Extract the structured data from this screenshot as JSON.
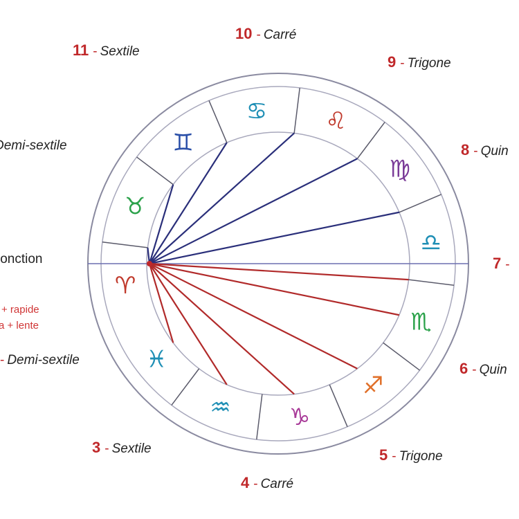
{
  "aspects": [
    {
      "num": "10",
      "name": "Carré"
    },
    {
      "num": "11",
      "name": "Sextile"
    },
    {
      "num": "9",
      "name": "Trigone"
    },
    {
      "num": "",
      "name": "Demi-sextile"
    },
    {
      "num": "8",
      "name": "Quin"
    },
    {
      "num": "",
      "name": "jonction"
    },
    {
      "num": "7",
      "name": ""
    },
    {
      "num": "",
      "name": "Demi-sextile"
    },
    {
      "num": "6",
      "name": "Quin"
    },
    {
      "num": "3",
      "name": "Sextile"
    },
    {
      "num": "5",
      "name": "Trigone"
    },
    {
      "num": "4",
      "name": "Carré"
    }
  ],
  "notes": {
    "rapide": "+ rapide",
    "lente": "a + lente"
  },
  "zodiac": [
    {
      "name": "Aries",
      "glyph": "♈",
      "color": "#c0392b"
    },
    {
      "name": "Taurus",
      "glyph": "♉",
      "color": "#2ca24b"
    },
    {
      "name": "Gemini",
      "glyph": "♊",
      "color": "#2a4fa8"
    },
    {
      "name": "Cancer",
      "glyph": "♋",
      "color": "#1f8fb5"
    },
    {
      "name": "Leo",
      "glyph": "♌",
      "color": "#c0392b"
    },
    {
      "name": "Virgo",
      "glyph": "♍",
      "color": "#7a3b98"
    },
    {
      "name": "Libra",
      "glyph": "♎",
      "color": "#1f8fb5"
    },
    {
      "name": "Scorpio",
      "glyph": "♏",
      "color": "#2ca24b"
    },
    {
      "name": "Sagittarius",
      "glyph": "♐",
      "color": "#e0702a"
    },
    {
      "name": "Capricorn",
      "glyph": "♑",
      "color": "#a83a98"
    },
    {
      "name": "Aquarius",
      "glyph": "♒",
      "color": "#1f8fb5"
    },
    {
      "name": "Pisces",
      "glyph": "♓",
      "color": "#1f8fb5"
    }
  ],
  "colors": {
    "upper_lines": "#2a2f7a",
    "lower_lines": "#b12a2a",
    "horizontal_line": "#6b6fb0",
    "wheel_stroke": "#8a8aa0",
    "sector_stroke": "#5a5a6a",
    "accent_number": "#c0282a"
  }
}
